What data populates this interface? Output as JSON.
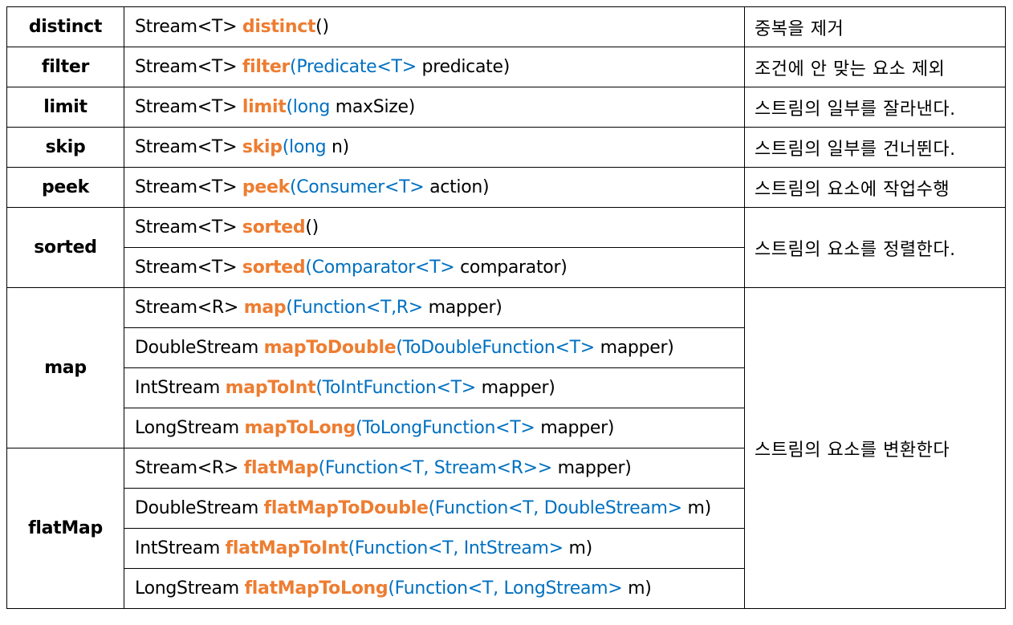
{
  "colors": {
    "method": "#ed7d31",
    "param_type": "#0070c0",
    "text": "#000000",
    "border": "#000000"
  },
  "table": {
    "groups": [
      {
        "name": "distinct",
        "desc": "중복을 제거",
        "sigs": [
          {
            "ret": "Stream<T> ",
            "method": "distinct",
            "ptype": "",
            "rest": "()"
          }
        ]
      },
      {
        "name": "filter",
        "desc": "조건에 안 맞는 요소 제외",
        "sigs": [
          {
            "ret": "Stream<T> ",
            "method": "filter",
            "ptype": "(Predicate<T> ",
            "rest": "predicate)"
          }
        ]
      },
      {
        "name": "limit",
        "desc": "스트림의 일부를 잘라낸다.",
        "sigs": [
          {
            "ret": "Stream<T> ",
            "method": "limit",
            "ptype": "(long ",
            "rest": "maxSize)"
          }
        ]
      },
      {
        "name": "skip",
        "desc": "스트림의 일부를 건너뛴다.",
        "sigs": [
          {
            "ret": "Stream<T> ",
            "method": "skip",
            "ptype": "(long ",
            "rest": "n)"
          }
        ]
      },
      {
        "name": "peek",
        "desc": "스트림의 요소에 작업수행",
        "sigs": [
          {
            "ret": "Stream<T> ",
            "method": "peek",
            "ptype": "(Consumer<T> ",
            "rest": "action)"
          }
        ]
      },
      {
        "name": "sorted",
        "desc": "스트림의 요소를 정렬한다.",
        "sigs": [
          {
            "ret": "Stream<T> ",
            "method": "sorted",
            "ptype": "",
            "rest": "()"
          },
          {
            "ret": "Stream<T> ",
            "method": "sorted",
            "ptype": "(Comparator<T> ",
            "rest": "comparator)"
          }
        ]
      },
      {
        "name": "map",
        "desc": "스트림의 요소를 변환한다",
        "sigs": [
          {
            "ret": "Stream<R> ",
            "method": "map",
            "ptype": "(Function<T,R> ",
            "rest": "mapper)"
          },
          {
            "ret": "DoubleStream ",
            "method": "mapToDouble",
            "ptype": "(ToDoubleFunction<T> ",
            "rest": "mapper)"
          },
          {
            "ret": "IntStream ",
            "method": "mapToInt",
            "ptype": "(ToIntFunction<T> ",
            "rest": "mapper)"
          },
          {
            "ret": "LongStream ",
            "method": "mapToLong",
            "ptype": "(ToLongFunction<T> ",
            "rest": "mapper)"
          }
        ]
      },
      {
        "name": "flatMap",
        "desc": "",
        "sigs": [
          {
            "ret": "Stream<R> ",
            "method": "flatMap",
            "ptype": "(Function<T, Stream<R>> ",
            "rest": "mapper)"
          },
          {
            "ret": "DoubleStream ",
            "method": "flatMapToDouble",
            "ptype": "(Function<T, DoubleStream> ",
            "rest": "m)"
          },
          {
            "ret": "IntStream ",
            "method": "flatMapToInt",
            "ptype": "(Function<T, IntStream> ",
            "rest": "m)"
          },
          {
            "ret": "LongStream ",
            "method": "flatMapToLong",
            "ptype": "(Function<T, LongStream> ",
            "rest": "m)"
          }
        ]
      }
    ]
  }
}
